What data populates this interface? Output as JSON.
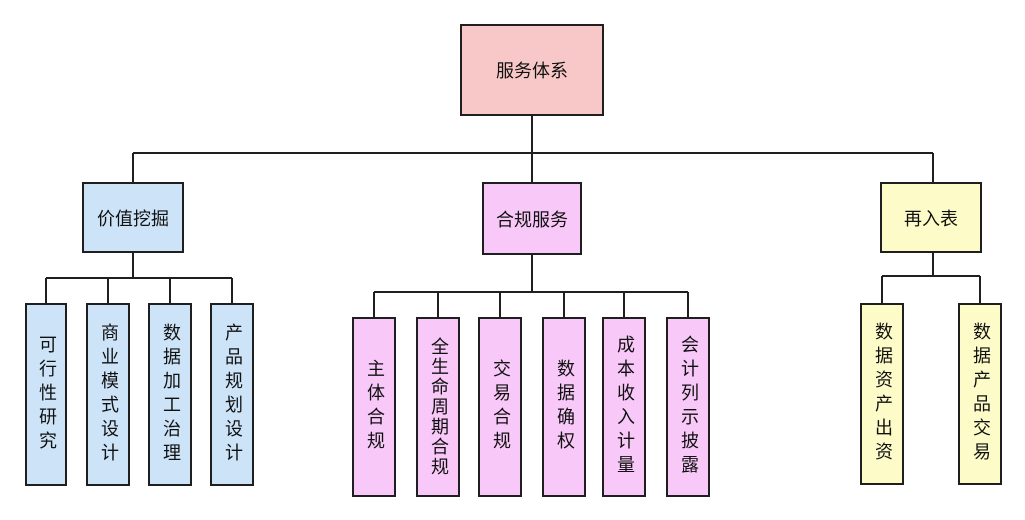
{
  "root": {
    "label": "服务体系"
  },
  "branches": {
    "value_mining": {
      "label": "价值挖掘",
      "children": [
        "可行性研究",
        "商业模式设计",
        "数据加工治理",
        "产品规划设计"
      ]
    },
    "compliance": {
      "label": "合规服务",
      "children": [
        "主体合规",
        "全生命周期合规",
        "交易合规",
        "数据确权",
        "成本收入计量",
        "会计列示披露"
      ]
    },
    "reentry": {
      "label": "再入表",
      "children": [
        "数据资产出资",
        "数据产品交易"
      ]
    }
  }
}
